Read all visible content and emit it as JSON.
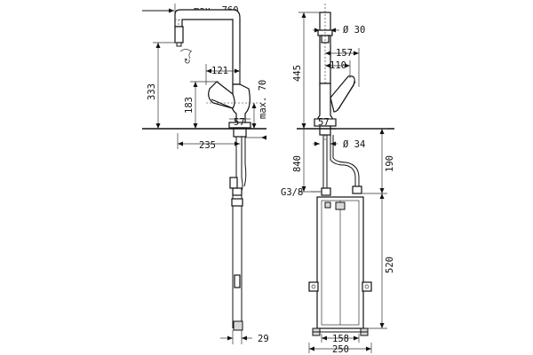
{
  "dimensions": {
    "max_reach": "max. 760",
    "height_total": "333",
    "spout_offset": "121",
    "spray_height": "183",
    "lever_clearance": "max. 70",
    "base_offset": "57",
    "spout_projection": "235",
    "hose_width": "29",
    "height_side": "445",
    "spout_diameter": "Ø 30",
    "spout_reach": "157",
    "lever_depth": "110",
    "base_offset_side": "57",
    "base_diameter": "Ø 34",
    "hose_length": "840",
    "connection_drop": "190",
    "thread": "G3/8",
    "cabinet_height": "520",
    "box_width": "158",
    "mount_width": "250"
  },
  "icons": {
    "rotation": "rotation-arrow-icon"
  }
}
